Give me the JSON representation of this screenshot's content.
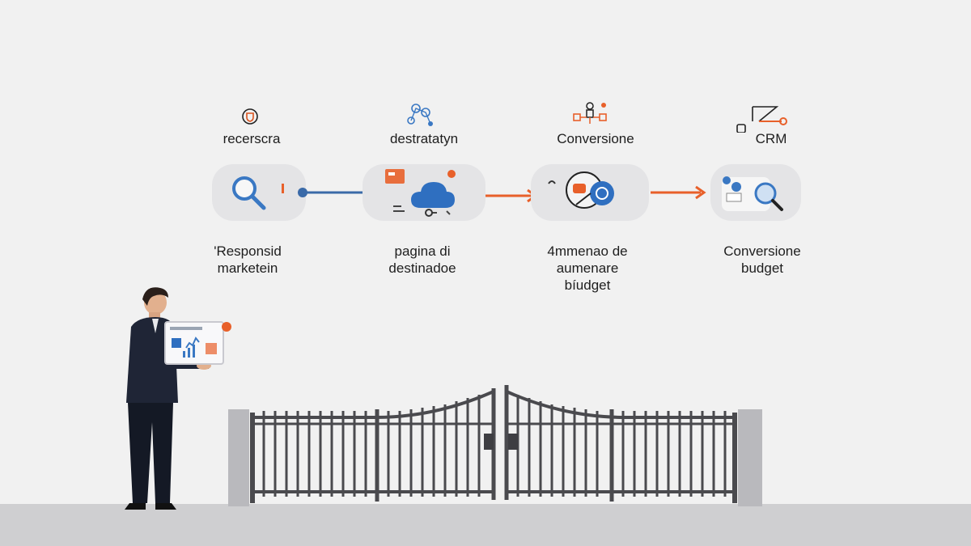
{
  "stages": [
    {
      "id": "stage1",
      "icon": "magnifier-icon",
      "top_label": "recerscra",
      "bottom_label": [
        "'Responsid",
        "marketein"
      ]
    },
    {
      "id": "stage2",
      "icon": "cloud-icon",
      "top_label": "destratatyn",
      "bottom_label": [
        "pagina di",
        "destinadoe"
      ]
    },
    {
      "id": "stage3",
      "icon": "target-icon",
      "top_label": "Conversione",
      "bottom_label": [
        "4mmenao de",
        "aumenare",
        "bíudget"
      ]
    },
    {
      "id": "stage4",
      "icon": "crm-icon",
      "top_label": "CRM",
      "bottom_label": [
        "Conversione",
        "budget"
      ]
    }
  ],
  "colors": {
    "background": "#f1f1f1",
    "card": "#e4e4e6",
    "accent_blue": "#3a78c3",
    "accent_orange": "#e8602a",
    "gate": "#4a4a4e",
    "suit": "#1f2536"
  }
}
